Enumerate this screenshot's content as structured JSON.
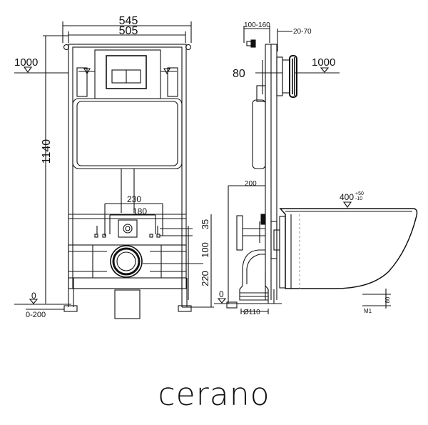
{
  "front_view": {
    "width_outer": "545",
    "width_inner": "505",
    "height_total": "1140",
    "level_top": "1000",
    "level_floor": "0",
    "floor_range": "0-200",
    "spacing_outer": "230",
    "spacing_inner": "180",
    "offset_35": "35",
    "dim_100": "100",
    "dim_220": "220"
  },
  "side_view": {
    "top_range": "100-160",
    "depth_range": "20-70",
    "dim_80": "80",
    "level_top": "1000",
    "dim_200": "200",
    "bowl_level": "400",
    "bowl_tol_plus": "+50",
    "bowl_tol_minus": "-10",
    "level_floor": "0",
    "pipe_dia": "Ø110",
    "marker": "M1",
    "dim_side_80": "80"
  },
  "brand": {
    "name": "cerano"
  }
}
